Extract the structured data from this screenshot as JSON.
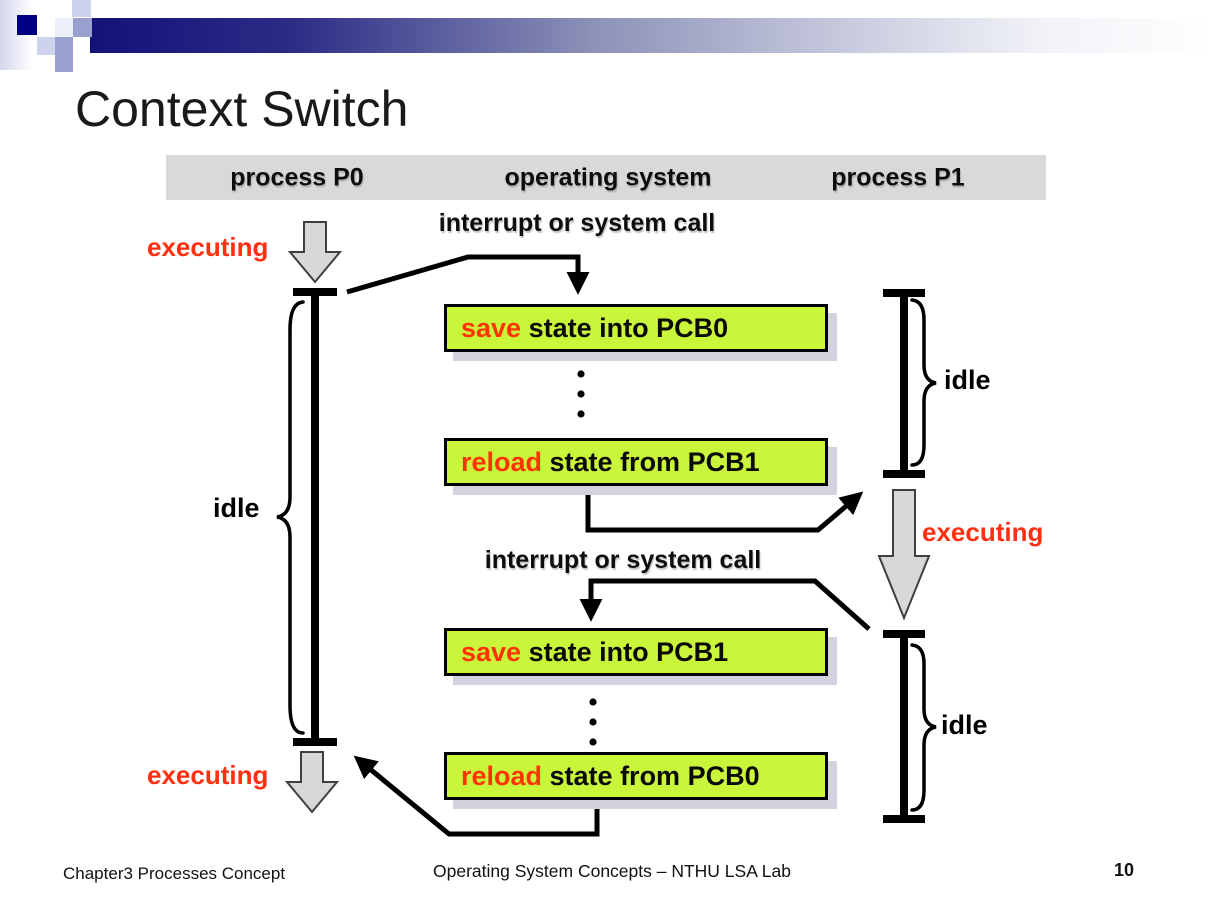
{
  "slide": {
    "title": "Context Switch",
    "page_number": "10",
    "footer_left": "Chapter3 Processes Concept",
    "footer_center": "Operating System Concepts – NTHU LSA Lab"
  },
  "header": {
    "columns": [
      "process P0",
      "operating system",
      "process P1"
    ]
  },
  "labels": {
    "interrupt_top": "interrupt or system call",
    "interrupt_bottom": "interrupt or system call",
    "executing_p0_top": "executing",
    "executing_p1": "executing",
    "executing_p0_bottom": "executing",
    "idle_p0": "idle",
    "idle_p1_top": "idle",
    "idle_p1_bottom": "idle"
  },
  "boxes": [
    {
      "action": "save",
      "rest": " state into PCB0"
    },
    {
      "action": "reload",
      "rest": " state from PCB1"
    },
    {
      "action": "save",
      "rest": " state into PCB1"
    },
    {
      "action": "reload",
      "rest": " state from PCB0"
    }
  ],
  "colors": {
    "accent_red": "#ff3300",
    "box_green": "#c9f53a",
    "header_gray": "#d9d9d9",
    "banner_navy": "#000080",
    "banner_periwinkle": "#99a0ce",
    "banner_lavender": "#ced2ec",
    "arrow_gray": "#d8d8d8",
    "line_black": "#000000"
  }
}
